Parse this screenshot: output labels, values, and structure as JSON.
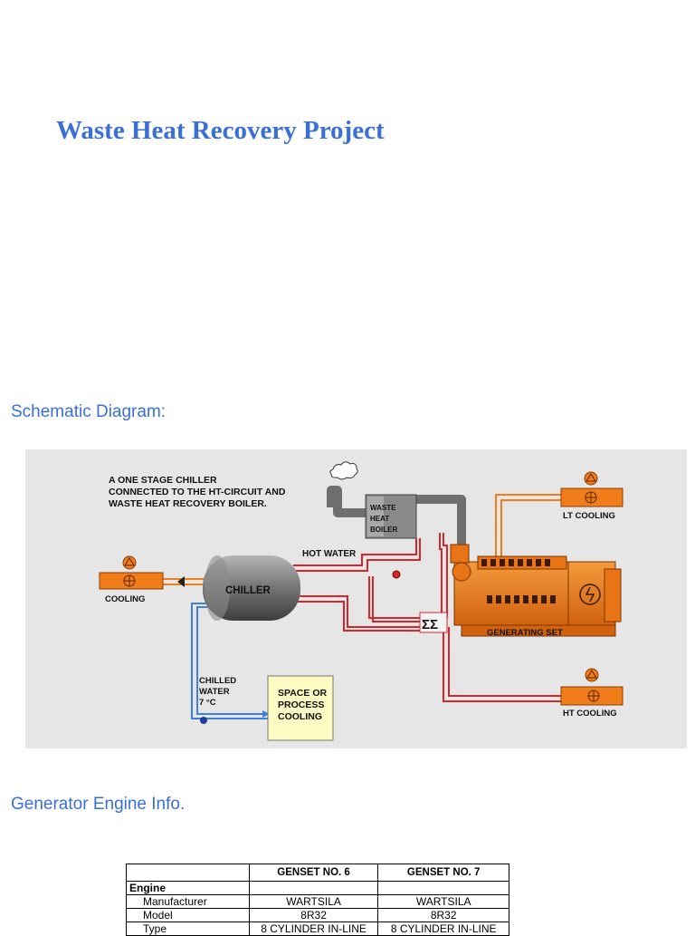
{
  "document": {
    "title": "Waste Heat Recovery Project",
    "schematic_heading": "Schematic Diagram:",
    "engine_heading": "Generator Engine Info."
  },
  "diagram": {
    "caption_lines": [
      "A ONE STAGE CHILLER",
      "CONNECTED TO THE HT-CIRCUIT AND",
      "WASTE HEAT RECOVERY BOILER."
    ],
    "boiler_lines": [
      "WASTE",
      "HEAT",
      "BOILER"
    ],
    "chiller": "CHILLER",
    "hot_water": "HOT WATER",
    "cooling": "COOLING",
    "lt_cooling": "LT COOLING",
    "ht_cooling": "HT COOLING",
    "generating_set": "GENERATING SET",
    "chilled_water_lines": [
      "CHILLED",
      "WATER",
      "7 °C"
    ],
    "space_cooling_lines": [
      "SPACE OR",
      "PROCESS",
      "COOLING"
    ],
    "colors": {
      "background": "#e6e6e6",
      "orange": "#f07d1a",
      "hot_line": "#d7262b",
      "cold_line": "#3f7fe0",
      "pipe_grey": "#6f6f6f",
      "note_yellow": "#fdfbc2"
    }
  },
  "table": {
    "headers": [
      "",
      "GENSET NO. 6",
      "GENSET NO. 7"
    ],
    "rows": [
      {
        "label": "Engine",
        "values": [
          "",
          ""
        ],
        "group": true
      },
      {
        "label": "Manufacturer",
        "values": [
          "WARTSILA",
          "WARTSILA"
        ],
        "group": false
      },
      {
        "label": "Model",
        "values": [
          "8R32",
          "8R32"
        ],
        "group": false
      },
      {
        "label": "Type",
        "values": [
          "8 CYLINDER IN-LINE",
          "8 CYLINDER IN-LINE"
        ],
        "group": false
      }
    ]
  }
}
